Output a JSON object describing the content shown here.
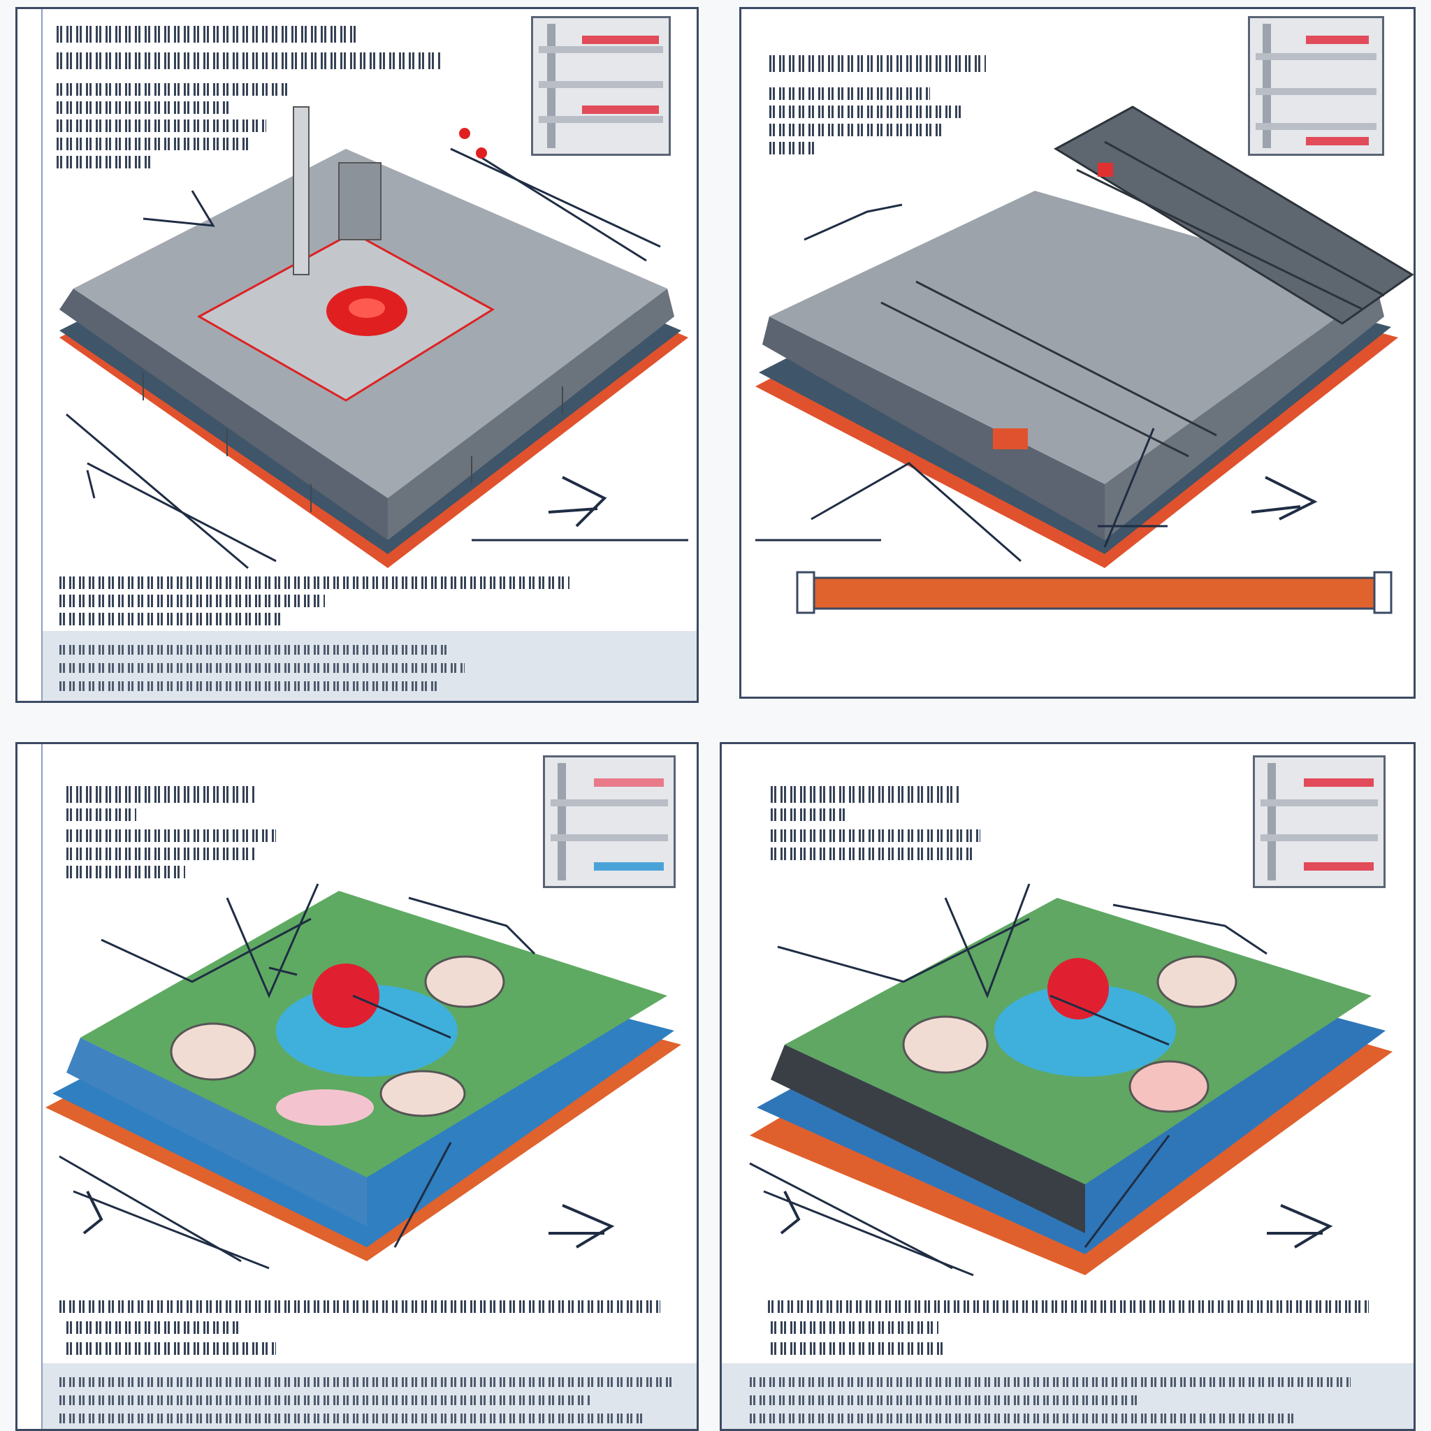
{
  "sheet": {
    "panels": [
      {
        "id": "panel-1",
        "stage": "roof-deck",
        "palette": {
          "deck": "#9aa0a8",
          "edge": "#e0522d",
          "base": "#3a5a7d",
          "accent": "#e02020"
        }
      },
      {
        "id": "panel-2",
        "stage": "roof-structure",
        "palette": {
          "deck": "#8f959c",
          "edge": "#e0522d",
          "base": "#3a5a7d",
          "accent": "#e02020"
        }
      },
      {
        "id": "panel-3",
        "stage": "green-roof",
        "palette": {
          "deck": "#5faa62",
          "edge": "#e0622d",
          "base": "#2f7fc1",
          "accent": "#e02030"
        }
      },
      {
        "id": "panel-4",
        "stage": "green-roof-variant",
        "palette": {
          "deck": "#5fa763",
          "edge": "#e0602d",
          "base": "#2f76b8",
          "accent": "#e02030"
        }
      }
    ],
    "colors": {
      "ink": "#1f2d44",
      "frame": "#3b4a63",
      "panel_bg": "#ffffff",
      "page_bg": "#f7f8fa"
    },
    "icons": [
      "north-arrow-icon",
      "dimension-arrow-icon",
      "section-marker-icon"
    ]
  }
}
